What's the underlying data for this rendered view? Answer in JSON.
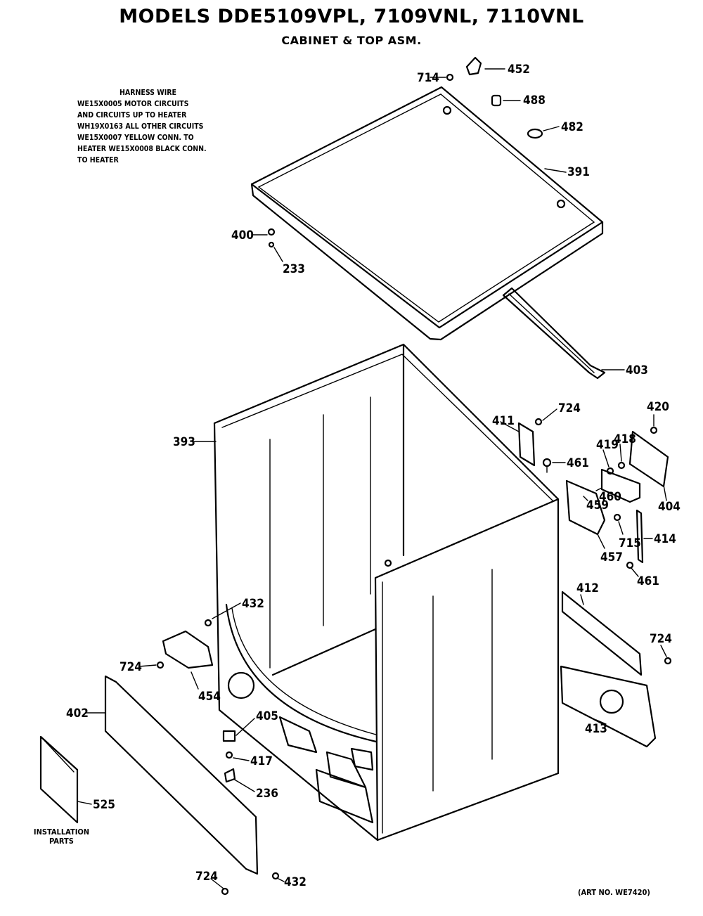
{
  "title": "MODELS DDE5109VPL, 7109VNL, 7110VNL",
  "subtitle": "CABINET & TOP ASM.",
  "harness_note": {
    "heading": "HARNESS WIRE",
    "lines": [
      "WE15X0005 MOTOR CIRCUITS",
      "AND CIRCUITS UP TO HEATER",
      "WH19X0163 ALL OTHER CIRCUITS",
      "WE15X0007 YELLOW CONN. TO",
      "HEATER WE15X0008 BLACK CONN.",
      "TO HEATER"
    ]
  },
  "installation_label": [
    "INSTALLATION",
    "PARTS"
  ],
  "art_number": "(ART NO. WE7420)",
  "callouts": {
    "c714": "714",
    "c452": "452",
    "c488": "488",
    "c482": "482",
    "c391": "391",
    "c400": "400",
    "c233": "233",
    "c403": "403",
    "c393": "393",
    "c411": "411",
    "c724a": "724",
    "c420": "420",
    "c419": "419",
    "c418": "418",
    "c461a": "461",
    "c460": "460",
    "c459": "459",
    "c404": "404",
    "c715": "715",
    "c414": "414",
    "c457": "457",
    "c461b": "461",
    "c432a": "432",
    "c412": "412",
    "c724b": "724",
    "c724c": "724",
    "c454": "454",
    "c413": "413",
    "c402": "402",
    "c405": "405",
    "c417": "417",
    "c236": "236",
    "c525": "525",
    "c724d": "724",
    "c432b": "432"
  }
}
